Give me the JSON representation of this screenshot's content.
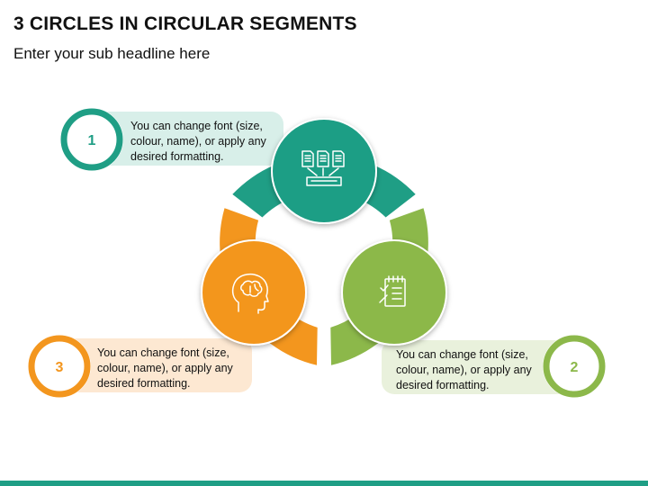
{
  "title": "3 CIRCLES IN CIRCULAR SEGMENTS",
  "subtitle": "Enter your sub headline here",
  "colors": {
    "teal": "#1f9e85",
    "green": "#8cb84a",
    "orange": "#f3961e",
    "teal_light": "#d8efe9",
    "green_light": "#e9f1dc",
    "orange_light": "#fde8d2",
    "bottom_bar": "#1f9e85"
  },
  "items": [
    {
      "number": "1",
      "text": "You can change font (size, colour, name), or apply any desired formatting.",
      "icon": "document-merge-icon"
    },
    {
      "number": "2",
      "text": "You can change font (size, colour, name), or apply any desired formatting.",
      "icon": "checklist-icon"
    },
    {
      "number": "3",
      "text": "You can change font (size, colour, name), or apply any desired formatting.",
      "icon": "brain-head-icon"
    }
  ]
}
